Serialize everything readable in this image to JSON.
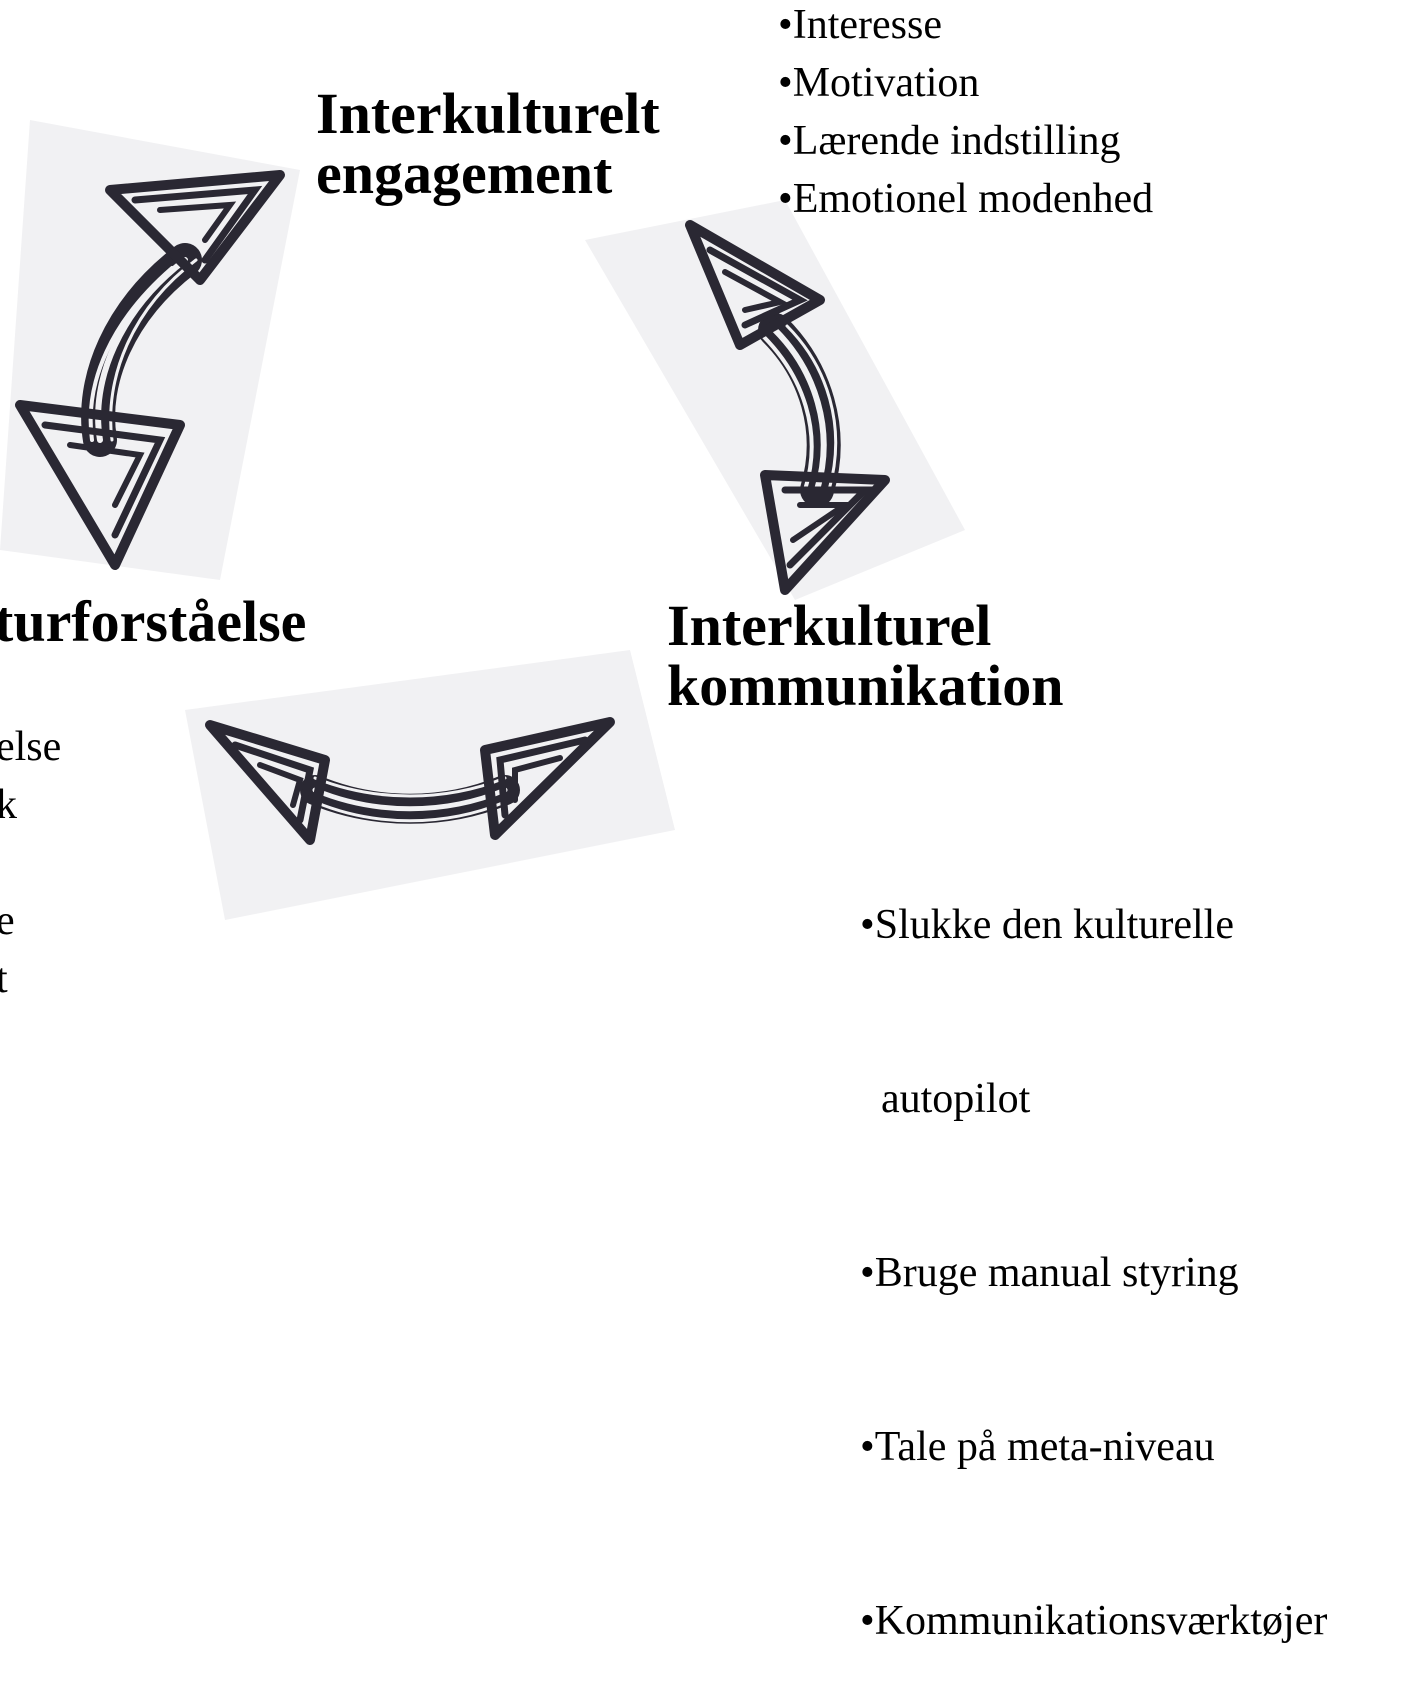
{
  "engagement": {
    "title_line1": "Interkulturelt",
    "title_line2": "engagement",
    "bullets": [
      "•Interesse",
      "•Motivation",
      "•Lærende indstilling",
      "•Emotionel modenhed"
    ]
  },
  "communication": {
    "title_line1": "Interkulturel",
    "title_line2": "kommunikation",
    "bullets": [
      "•Slukke den kulturelle",
      "  autopilot",
      "•Bruge manual styring",
      "•Tale på meta-niveau",
      "•Kommunikationsværktøjer"
    ]
  },
  "understanding": {
    "title": "turforståelse",
    "fragments": [
      "else",
      "k",
      "",
      "e",
      "t"
    ]
  },
  "colors": {
    "background": "#ffffff",
    "text": "#000000",
    "arrow_ink": "#2a2833",
    "arrow_paper": "#f1f1f3"
  },
  "icons": {
    "arrow_top_left": "curved-double-arrow-icon",
    "arrow_right": "curved-double-arrow-icon",
    "arrow_bottom": "curved-double-arrow-icon"
  }
}
